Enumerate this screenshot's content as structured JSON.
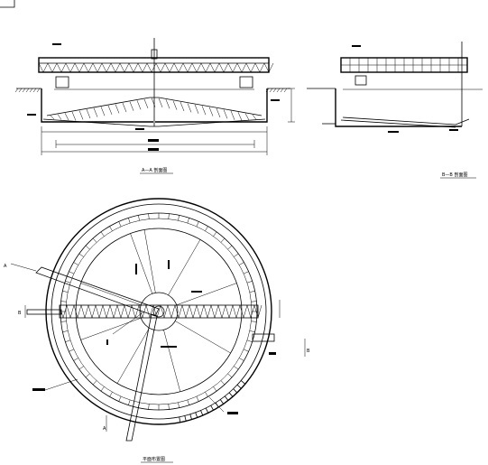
{
  "drawing": {
    "section_a": {
      "caption": "A—A 剖面图",
      "caption_color": "#000000"
    },
    "section_b": {
      "caption": "B—B 剖面图"
    },
    "plan": {
      "caption": "平面布置图",
      "label_a_left": "A",
      "label_a_bottom": "A",
      "label_b_top": "B",
      "label_b_right": "B"
    }
  }
}
